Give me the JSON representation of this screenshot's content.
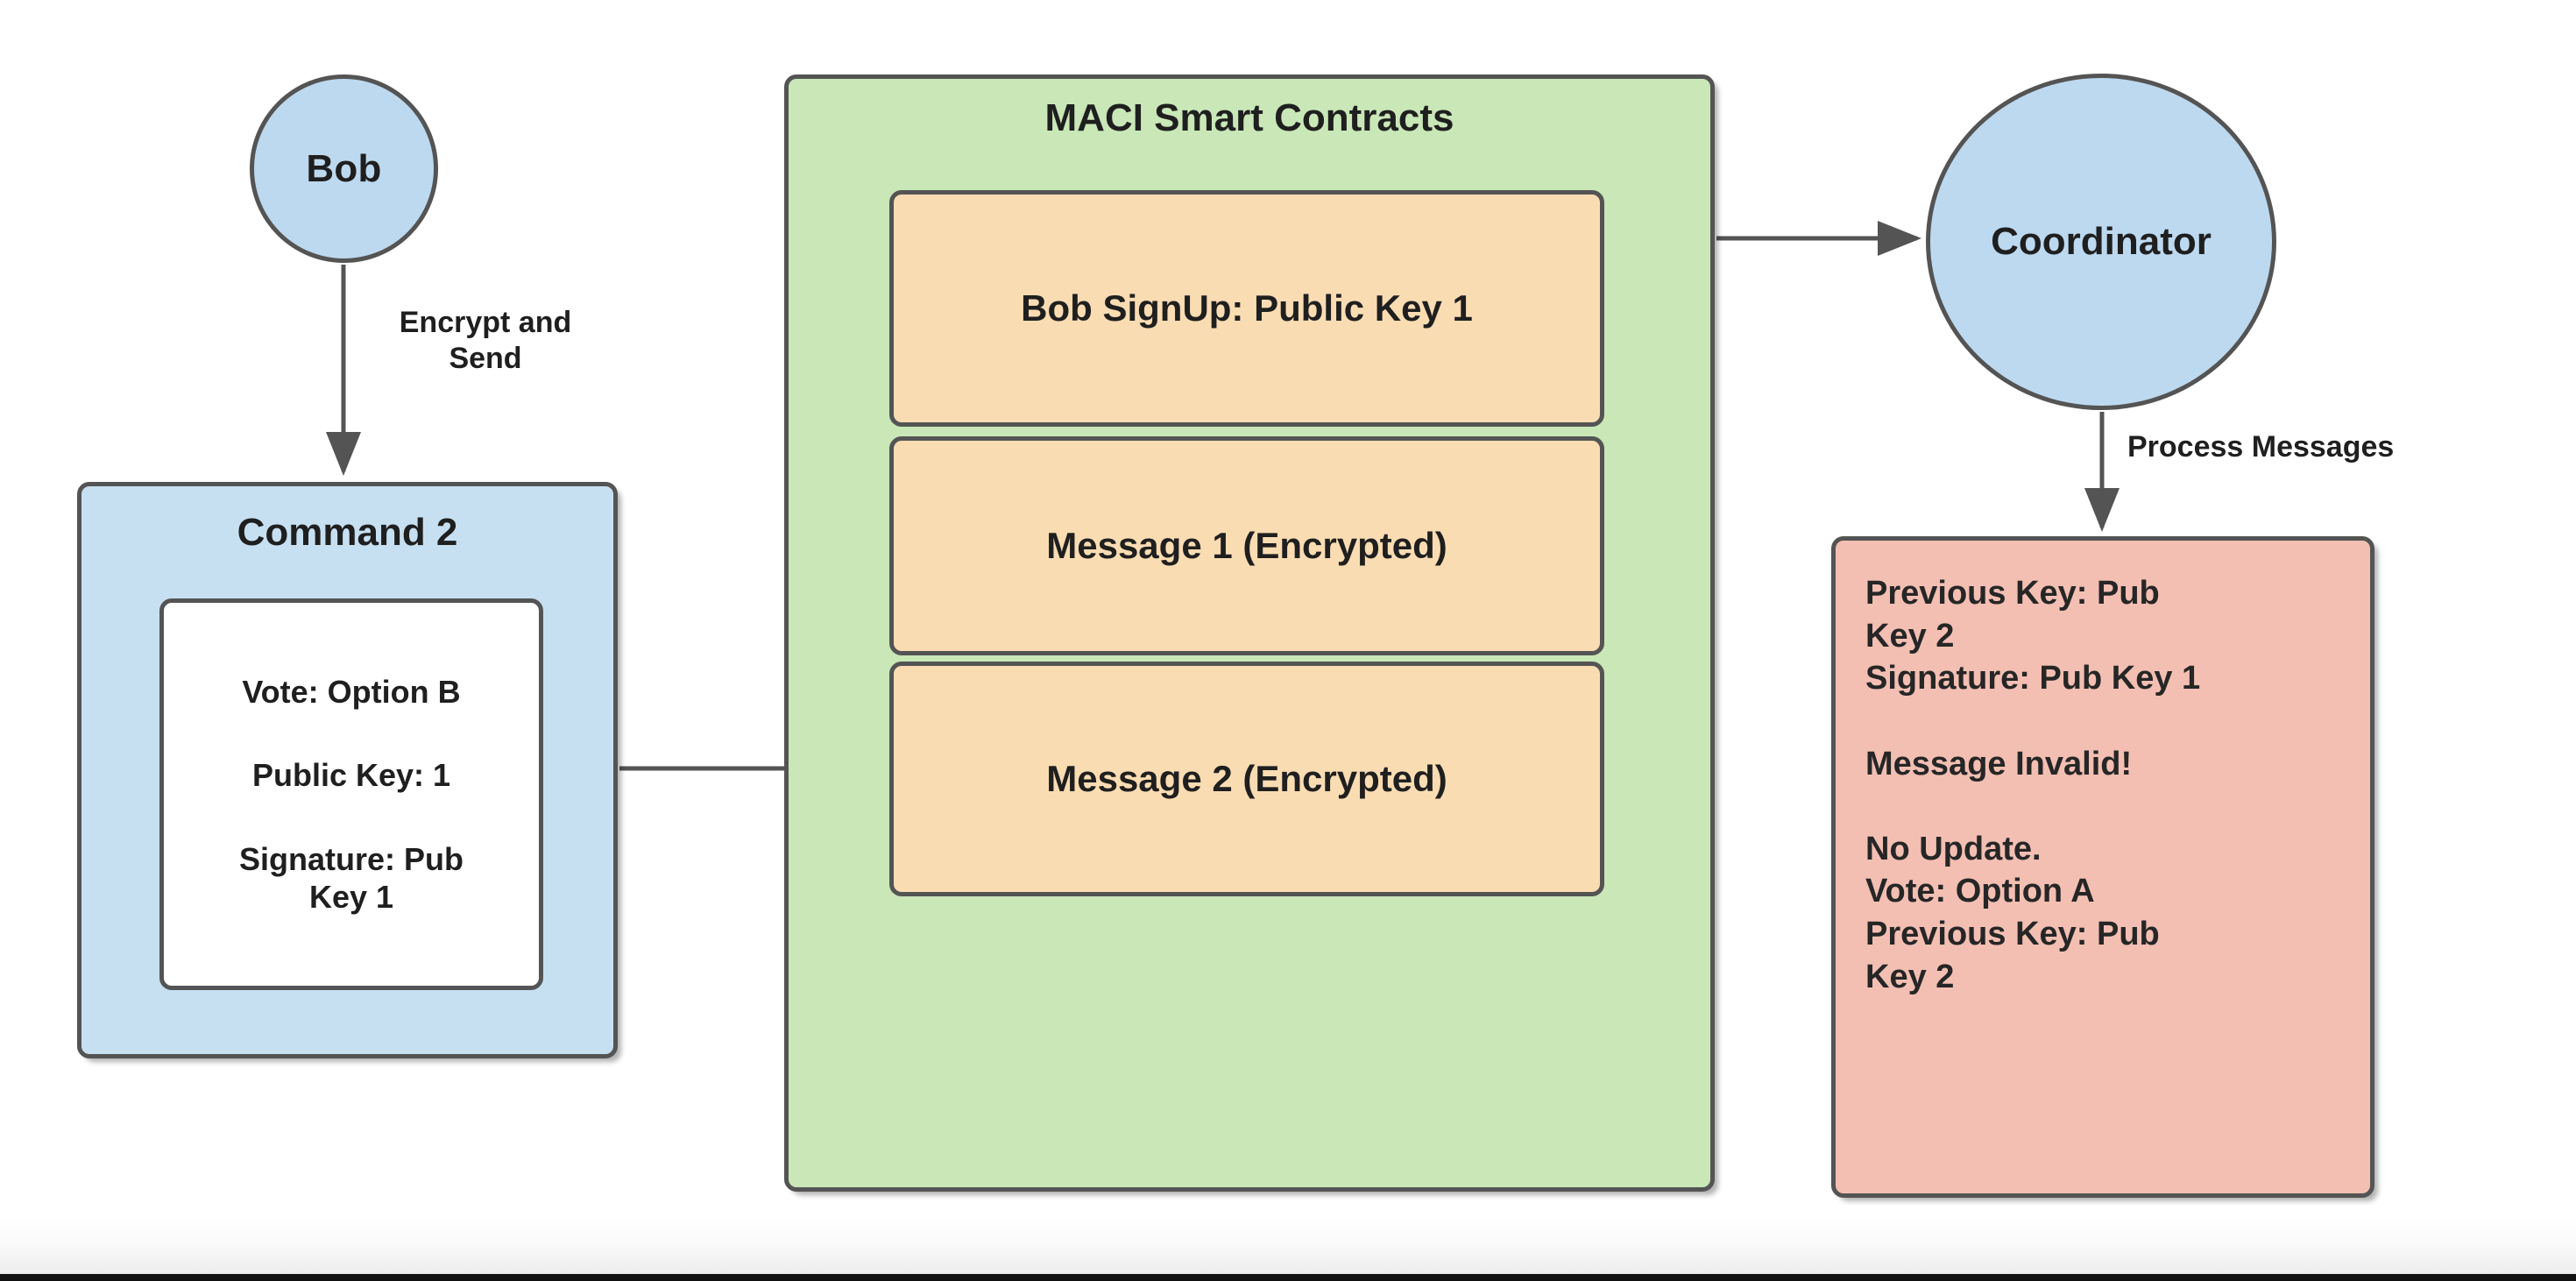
{
  "diagram": {
    "colors": {
      "actor_fill": "#bdd9ef",
      "command_fill": "#c6e0f2",
      "contracts_fill": "#c9e7b7",
      "message_fill": "#fadcb3",
      "result_fill": "#f3bfb3",
      "stroke": "#545454",
      "text": "#1f1f1f"
    },
    "actors": {
      "sender": {
        "label": "Bob"
      },
      "coordinator": {
        "label": "Coordinator"
      }
    },
    "command": {
      "title": "Command 2",
      "fields": [
        "Vote: Option B",
        "Public Key: 1",
        "Signature: Pub\nKey 1"
      ]
    },
    "contracts": {
      "title": "MACI Smart Contracts",
      "items": [
        "Bob SignUp: Public Key 1",
        "Message 1 (Encrypted)",
        "Message 2 (Encrypted)"
      ]
    },
    "result": {
      "text": "Previous Key: Pub\nKey 2\nSignature: Pub Key 1\n\nMessage Invalid!\n\nNo Update.\nVote: Option A\nPrevious Key: Pub\nKey 2"
    },
    "edges": {
      "encrypt_and_send": "Encrypt and\nSend",
      "process_messages": "Process Messages"
    }
  }
}
